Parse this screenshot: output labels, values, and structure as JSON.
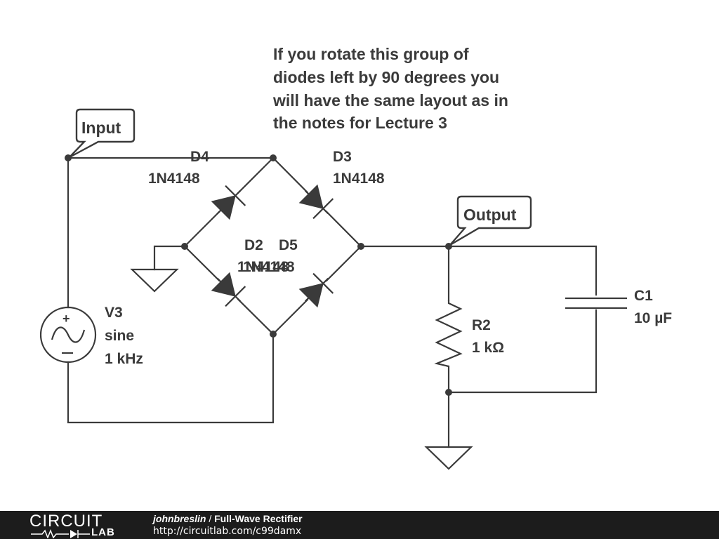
{
  "note": {
    "lines": [
      "If you rotate this group of",
      "diodes left by 90 degrees you",
      "will have the same layout as in",
      "the notes for Lecture 3"
    ]
  },
  "flags": {
    "input": "Input",
    "output": "Output"
  },
  "components": {
    "d4": {
      "name": "D4",
      "part": "1N4148"
    },
    "d3": {
      "name": "D3",
      "part": "1N4148"
    },
    "d2": {
      "name": "D2",
      "part": "1N4148"
    },
    "d5": {
      "name": "D5",
      "part": "1N4148"
    },
    "v3": {
      "name": "V3",
      "type": "sine",
      "freq": "1 kHz"
    },
    "r2": {
      "name": "R2",
      "value": "1 kΩ"
    },
    "c1": {
      "name": "C1",
      "value": "10 µF"
    }
  },
  "footer": {
    "logo_top": "CIRCUIT",
    "logo_bottom": "LAB",
    "author": "johnbreslin",
    "separator": " / ",
    "title": "Full-Wave Rectifier",
    "url": "http://circuitlab.com/c99damx"
  },
  "colors": {
    "ink": "#3a3a3a",
    "footer_bg": "#1c1c1c",
    "background": "#ffffff"
  }
}
